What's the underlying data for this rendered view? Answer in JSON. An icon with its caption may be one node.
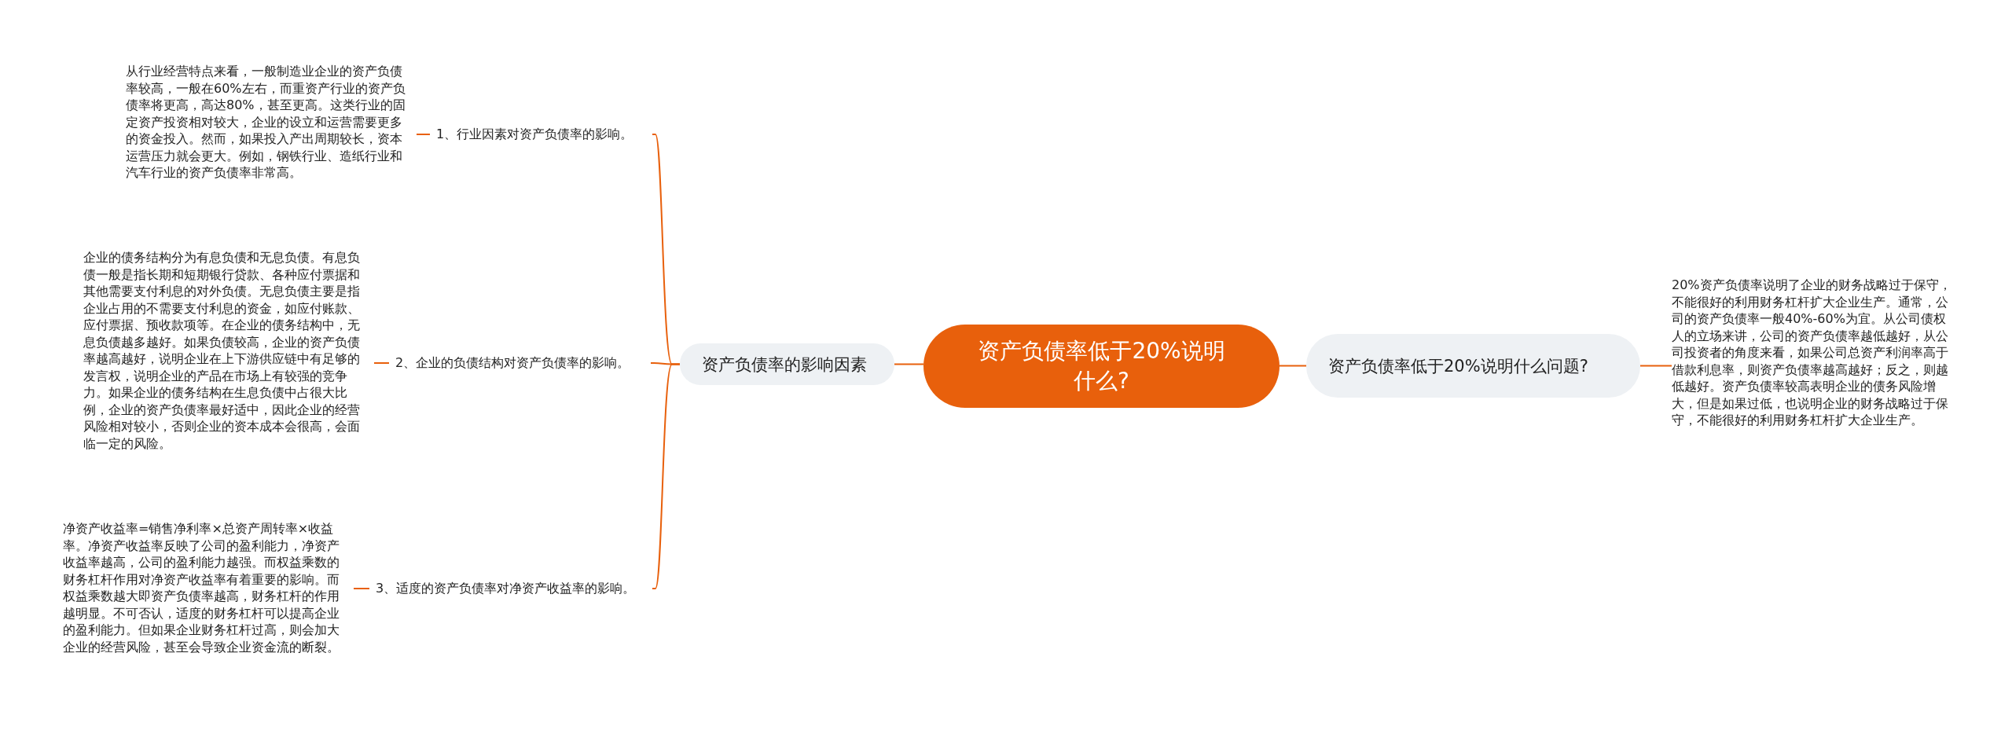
{
  "diagram": {
    "nodes": [
      {
        "text": [
          "资产负债率低于20%说明什么?"
        ]
      },
      {
        "text": [
          "资产负债率的影响因素"
        ]
      },
      {
        "text": [
          "1、行业因素对资产负债率的影响。"
        ]
      },
      {
        "text": [
          "从行业经营特点来看，一般制造业企业的资产负债率较高，一般在60%左右，而重资产行业的资产负债率将更高，高达80%，甚至更高。这类行业的固定资产投资相对较大，企业的设立和运营需要更多的资金投入。然而，如果投入产出周期较长，资本运营压力就会更大。例如，钢铁行业、造纸行业和汽车行业的资产负债率非常高。"
        ]
      },
      {
        "text": [
          "2、企业的负债结构对资产负债率的影响。"
        ]
      },
      {
        "text": [
          "企业的债务结构分为有息负债和无息负债。有息负债一般是指长期和短期银行贷款、各种应付票据和其他需要支付利息的对外负债。无息负债主要是指企业占用的不需要支付利息的资金，如应付账款、应付票据、预收款项等。在企业的债务结构中，无息负债越多越好。如果负债较高，企业的资产负债率越高越好，说明企业在上下游供应链中有足够的发言权，说明企业的产品在市场上有较强的竞争力。如果企业的债务结构在生息负债中占很大比例，企业的资产负债率最好适中，因此企业的经营风险相对较小，否则企业的资本成本会很高，会面临一定的风险。"
        ]
      },
      {
        "text": [
          "3、适度的资产负债率对净资产收益率的影响。"
        ]
      },
      {
        "text": [
          "净资产收益率=销售净利率×总资产周转率×收益率。净资产收益率反映了公司的盈利能力，净资产收益率越高，公司的盈利能力越强。而权益乘数的财务杠杆作用对净资产收益率有着重要的影响。而权益乘数越大即资产负债率越高，财务杠杆的作用越明显。不可否认，适度的财务杠杆可以提高企业的盈利能力。但如果企业财务杠杆过高，则会加大企业的经营风险，甚至会导致企业资金流的断裂。"
        ]
      },
      {
        "text": [
          "资产负债率低于20%说明什么问题?"
        ]
      },
      {
        "text": [
          "20%资产负债率说明了企业的财务战略过于保守，不能很好的利用财务杠杆扩大企业生产。通常，公司的资产负债率一般40%-60%为宜。从公司债权人的立场来讲，公司的资产负债率越低越好，从公司投资者的角度来看，如果公司总资产利润率高于借款利息率，则资产负债率越高越好；反之，则越低越好。资产负债率较高表明企业的债务风险增大，但是如果过低，也说明企业的财务战略过于保守，不能很好的利用财务杠杆扩大企业生产。"
        ]
      }
    ],
    "edges": [
      {
        "from": 0,
        "to": 1,
        "arrow": "none"
      },
      {
        "from": 1,
        "to": 2,
        "arrow": "none"
      },
      {
        "from": 2,
        "to": 3,
        "arrow": "none"
      },
      {
        "from": 1,
        "to": 4,
        "arrow": "none"
      },
      {
        "from": 4,
        "to": 5,
        "arrow": "none"
      },
      {
        "from": 1,
        "to": 6,
        "arrow": "none"
      },
      {
        "from": 6,
        "to": 7,
        "arrow": "none"
      },
      {
        "from": 0,
        "to": 8,
        "arrow": "none"
      },
      {
        "from": 8,
        "to": 9,
        "arrow": "none"
      }
    ]
  }
}
